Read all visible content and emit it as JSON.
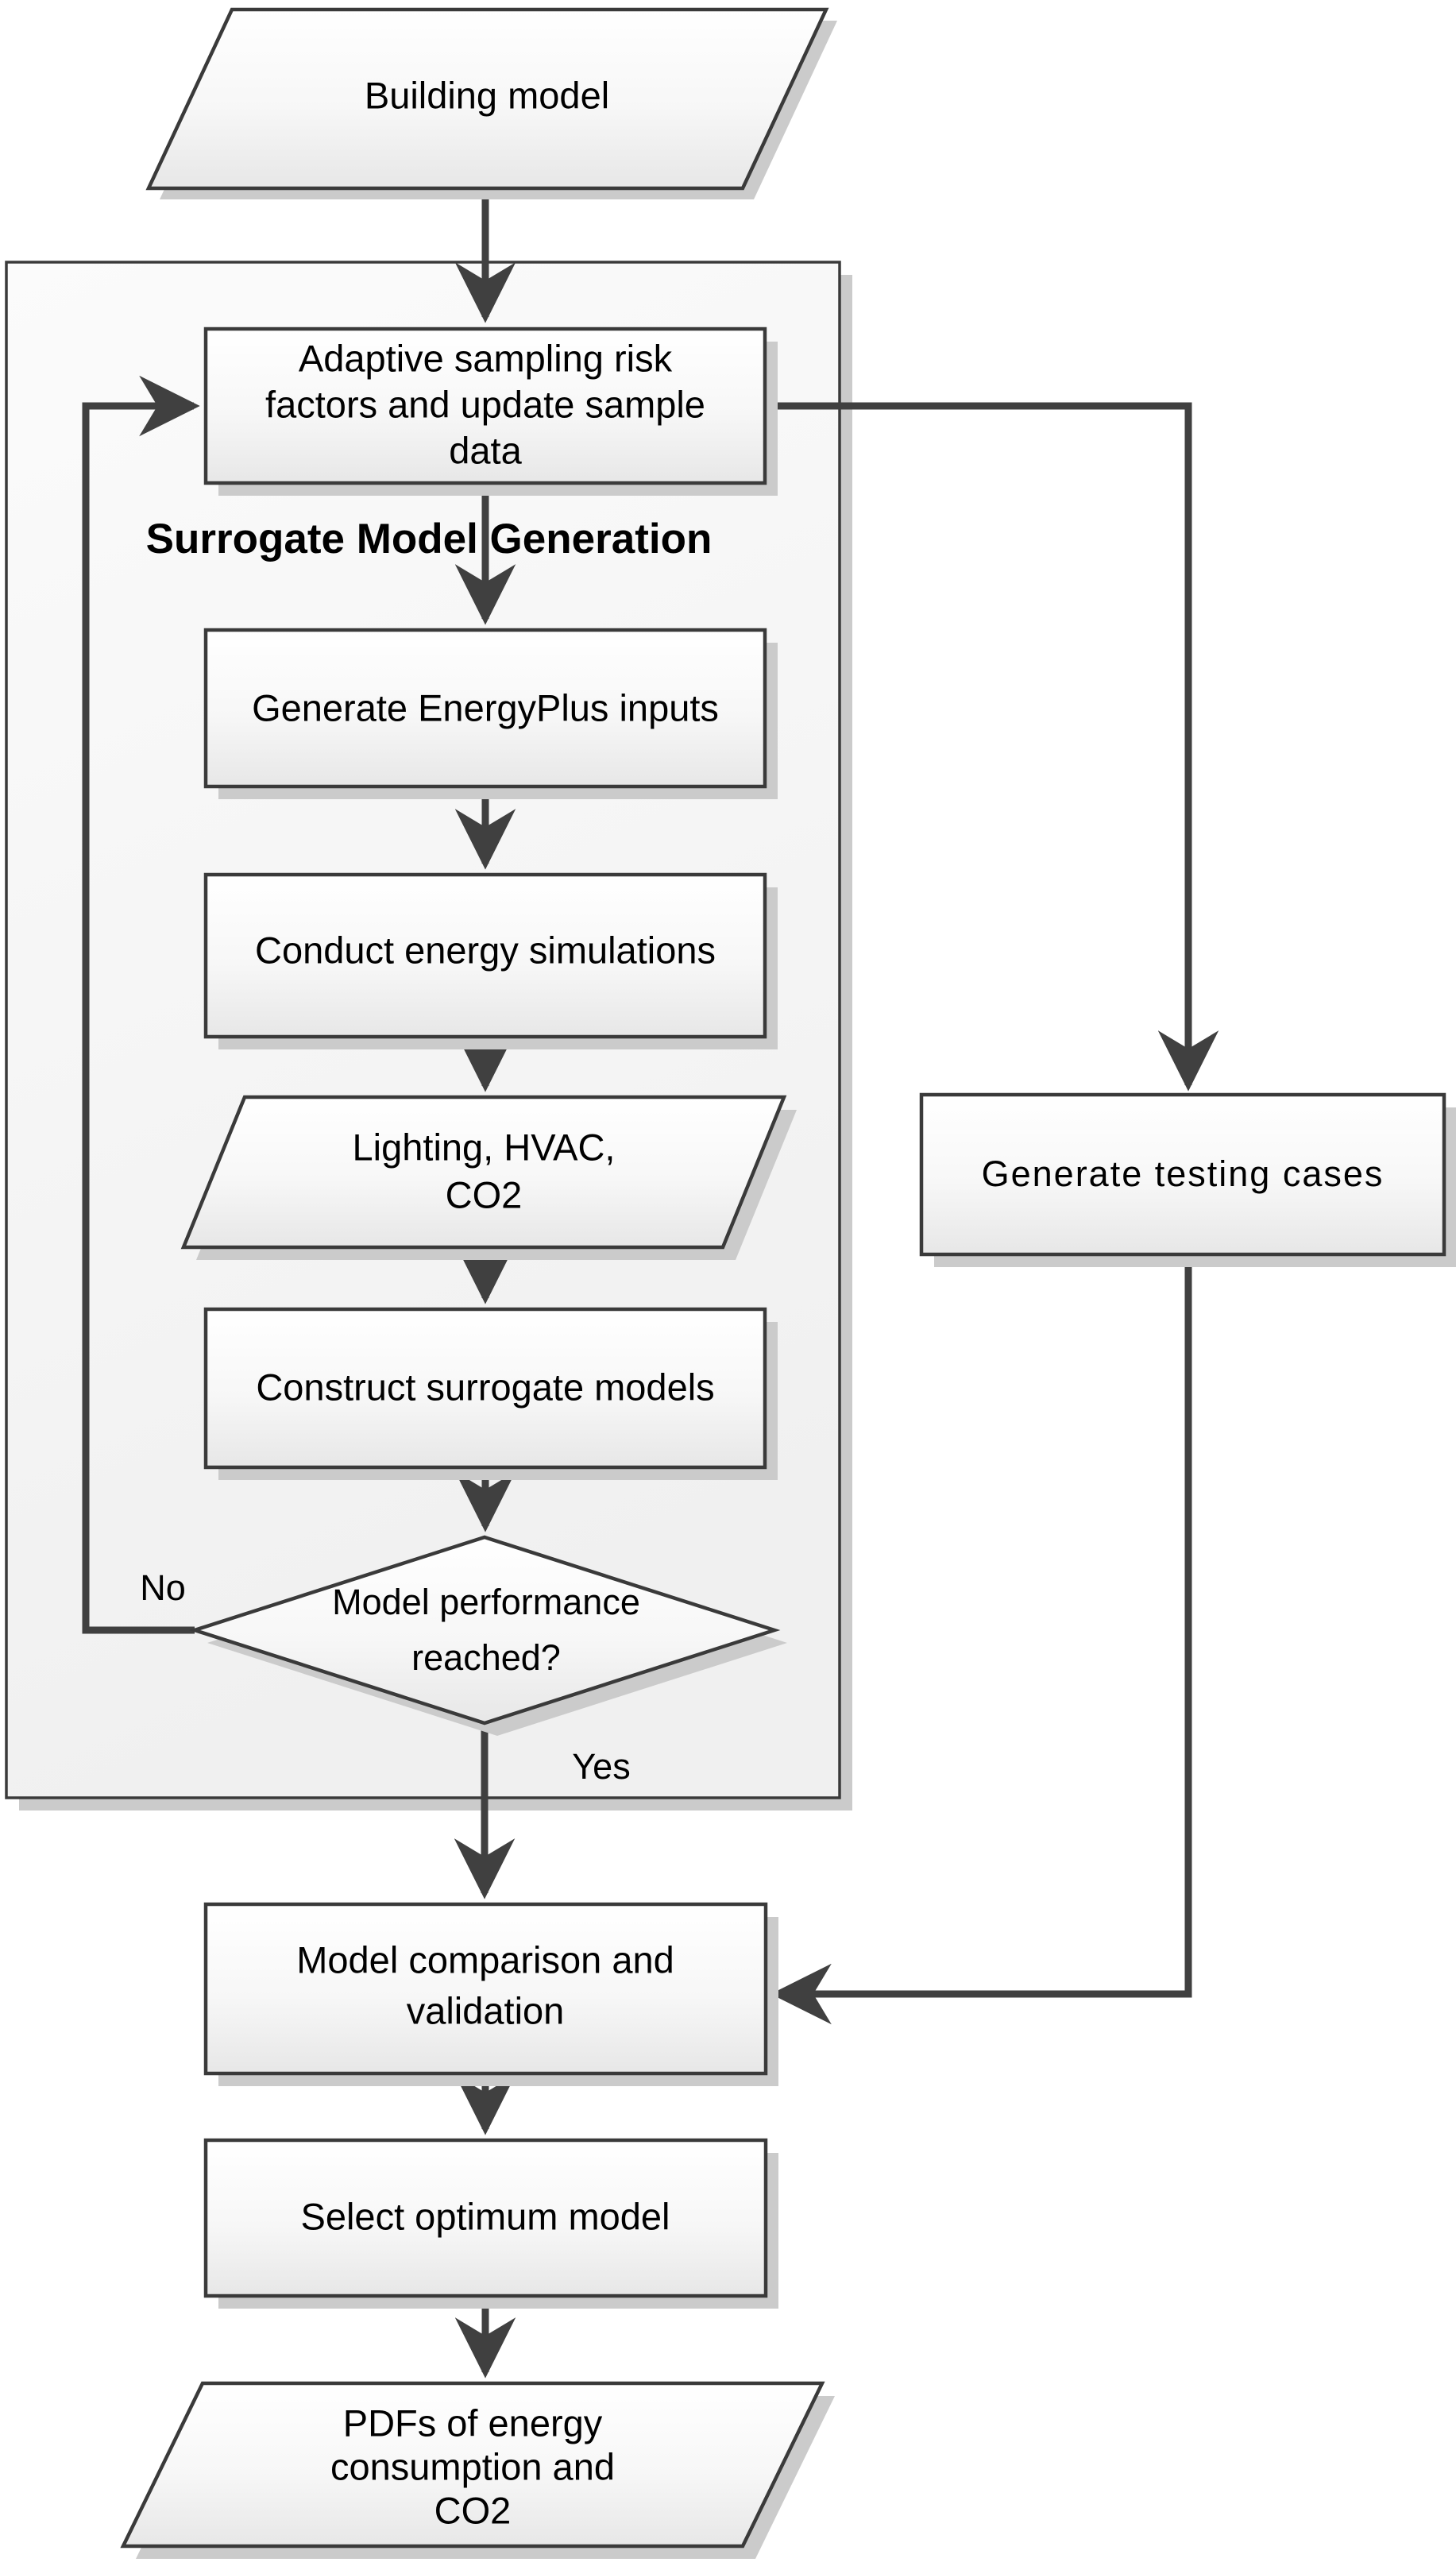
{
  "diagram": {
    "group_label": "Surrogate Model Generation",
    "edge_labels": {
      "no": "No",
      "yes": "Yes"
    },
    "nodes": {
      "building_model": {
        "type": "input-parallelogram",
        "lines": [
          "Building model"
        ]
      },
      "adaptive_sampling": {
        "type": "process",
        "lines": [
          "Adaptive sampling risk",
          "factors and update sample",
          "data"
        ]
      },
      "generate_inputs": {
        "type": "process",
        "lines": [
          "Generate EnergyPlus inputs"
        ]
      },
      "conduct_simulations": {
        "type": "process",
        "lines": [
          "Conduct energy simulations"
        ]
      },
      "lighting_hvac_co2": {
        "type": "data-parallelogram",
        "lines": [
          "Lighting, HVAC,",
          "CO2"
        ]
      },
      "construct_models": {
        "type": "process",
        "lines": [
          "Construct surrogate models"
        ]
      },
      "performance_check": {
        "type": "decision",
        "lines": [
          "Model performance",
          "reached?"
        ]
      },
      "generate_testing": {
        "type": "process",
        "lines": [
          "Generate testing cases"
        ]
      },
      "model_comparison": {
        "type": "process",
        "lines": [
          "Model comparison and",
          "validation"
        ]
      },
      "select_optimum": {
        "type": "process",
        "lines": [
          "Select optimum model"
        ]
      },
      "pdfs_output": {
        "type": "output-parallelogram",
        "lines": [
          "PDFs of energy",
          "consumption and",
          "CO2"
        ]
      }
    },
    "colors": {
      "shape_stroke": "#3a3a3a",
      "arrow": "#404040",
      "shadow": "#cbcbcb",
      "shape_fill_top": "#ffffff",
      "shape_fill_bottom": "#e7e7e7",
      "container_fill_top": "#fbfbfb",
      "container_fill_bottom": "#f0f0f0",
      "text": "#000000",
      "background": "#ffffff"
    }
  }
}
